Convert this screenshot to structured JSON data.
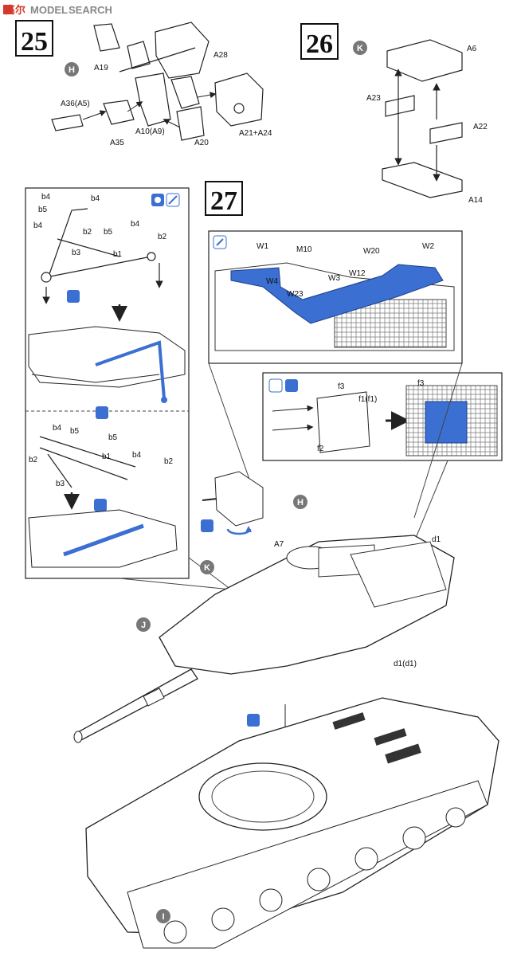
{
  "watermark": {
    "left": "高尔",
    "right": "SEARCH",
    "mid": "MODEL",
    "color_red": "#d33a2c",
    "color_gray": "#8a8a8a"
  },
  "colors": {
    "blue": "#3b6fd1",
    "line": "#222222",
    "badge": "#777777",
    "panel": "#ffffff"
  },
  "steps": {
    "s25": {
      "number": "25",
      "callout": "H",
      "parts": [
        "A19",
        "A28",
        "A36(A5)",
        "A35",
        "A10(A9)",
        "A20",
        "A21+A24"
      ]
    },
    "s26": {
      "number": "26",
      "callout": "K",
      "parts": [
        "A6",
        "A23",
        "A22",
        "A14"
      ]
    },
    "s27": {
      "number": "27",
      "top_panel": [
        "W1",
        "M10",
        "W20",
        "W2",
        "W4",
        "W3",
        "W12",
        "W23"
      ],
      "fender_panel": [
        "f3",
        "f1(f1)",
        "f2",
        "f3"
      ],
      "left_panel_top": [
        "b4",
        "b4",
        "b5",
        "b2",
        "b4",
        "b5",
        "b4",
        "b2",
        "b3",
        "b1"
      ],
      "left_panel_bottom": [
        "b4",
        "b5",
        "b5",
        "b2",
        "b1",
        "b4",
        "b3",
        "b2"
      ]
    }
  },
  "main": {
    "callouts": {
      "H": "H",
      "K": "K",
      "J": "J",
      "I": "I"
    },
    "labels": {
      "a7": "A7",
      "d1": "d1",
      "d1b": "d1(d1)"
    }
  },
  "icons": [
    "glue-icon",
    "rotate-icon",
    "cement-icon"
  ]
}
